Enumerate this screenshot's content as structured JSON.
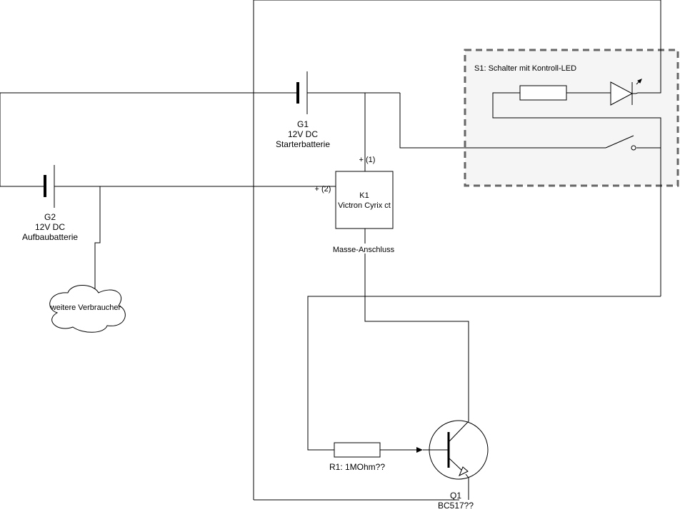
{
  "components": {
    "g1": {
      "name": "G1",
      "voltage": "12V DC",
      "desc": "Starterbatterie"
    },
    "g2": {
      "name": "G2",
      "voltage": "12V DC",
      "desc": "Aufbaubatterie"
    },
    "k1": {
      "name": "K1",
      "desc": "Victron Cyrix ct",
      "pin1": "+ (1)",
      "pin2": "+ (2)",
      "ground": "Masse-Anschluss"
    },
    "s1": {
      "label": "S1: Schalter mit Kontroll-LED"
    },
    "cloud": {
      "label": "weitere Verbraucher"
    },
    "r1": {
      "label": "R1: 1MOhm??"
    },
    "q1": {
      "name": "Q1",
      "type": "BC517??"
    }
  }
}
